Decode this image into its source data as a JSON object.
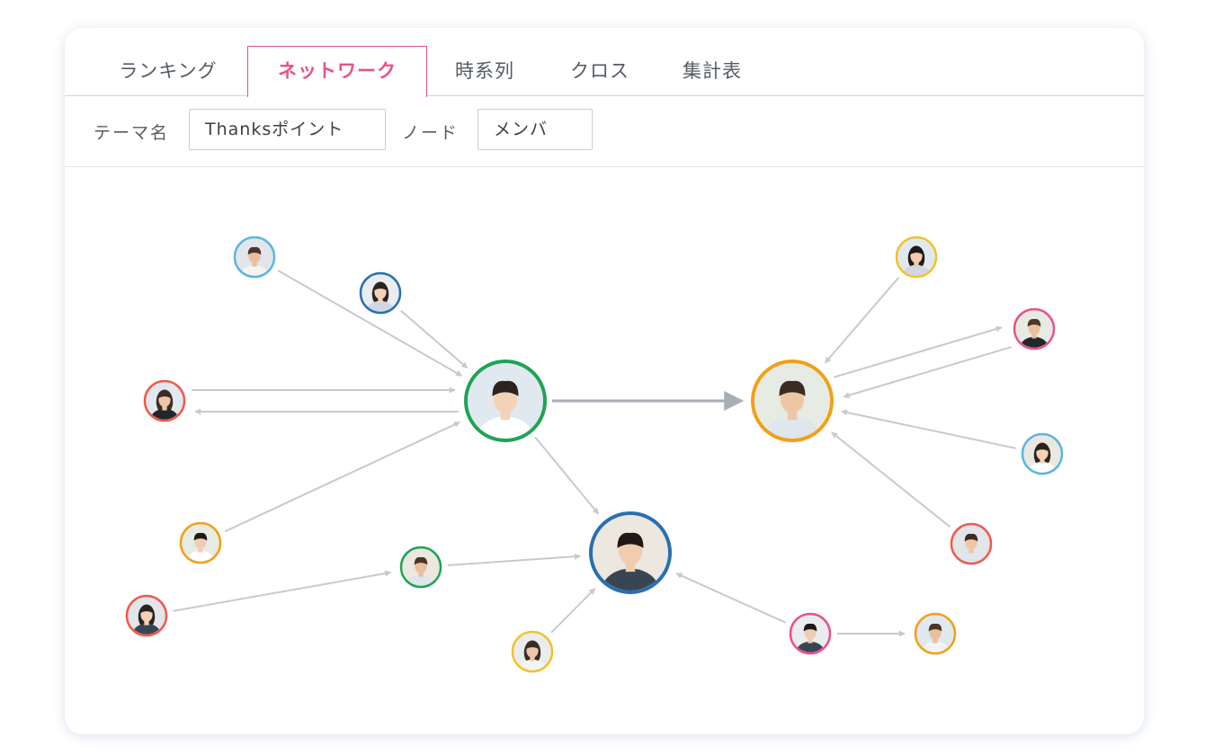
{
  "tabs": [
    {
      "label": "ランキング",
      "active": false
    },
    {
      "label": "ネットワーク",
      "active": true
    },
    {
      "label": "時系列",
      "active": false
    },
    {
      "label": "クロス",
      "active": false
    },
    {
      "label": "集計表",
      "active": false
    }
  ],
  "filters": {
    "theme_label": "テーマ名",
    "theme_value": "Thanksポイント",
    "node_label": "ノード",
    "node_value": "メンバ"
  },
  "colors": {
    "accent": "#e9518a",
    "edge": "#c5cad1",
    "edge_strong": "#a8aeb6"
  },
  "network": {
    "nodes": [
      {
        "id": "n1",
        "ring": "#1fa354",
        "avatar": "avatar-man-icon"
      },
      {
        "id": "n2",
        "ring": "#f0a019",
        "avatar": "avatar-man-icon"
      },
      {
        "id": "n3",
        "ring": "#2a6fb0",
        "avatar": "avatar-man-icon"
      },
      {
        "id": "a1",
        "ring": "#5bb5e0",
        "avatar": "avatar-man-icon"
      },
      {
        "id": "a2",
        "ring": "#2a6fb0",
        "avatar": "avatar-woman-icon"
      },
      {
        "id": "a3",
        "ring": "#ee5a4b",
        "avatar": "avatar-woman-icon"
      },
      {
        "id": "a4",
        "ring": "#f0a019",
        "avatar": "avatar-man-icon"
      },
      {
        "id": "a5",
        "ring": "#1fa354",
        "avatar": "avatar-man-icon"
      },
      {
        "id": "a6",
        "ring": "#ee5a4b",
        "avatar": "avatar-woman-icon"
      },
      {
        "id": "a7",
        "ring": "#f2c12e",
        "avatar": "avatar-woman-icon"
      },
      {
        "id": "b1",
        "ring": "#f2c12e",
        "avatar": "avatar-woman-icon"
      },
      {
        "id": "b2",
        "ring": "#e9518a",
        "avatar": "avatar-man-icon"
      },
      {
        "id": "b3",
        "ring": "#5bb5e0",
        "avatar": "avatar-woman-icon"
      },
      {
        "id": "b4",
        "ring": "#ee5a4b",
        "avatar": "avatar-man-icon"
      },
      {
        "id": "b5",
        "ring": "#e9518a",
        "avatar": "avatar-man-icon"
      },
      {
        "id": "b6",
        "ring": "#f0a019",
        "avatar": "avatar-man-icon"
      }
    ],
    "edges": [
      {
        "from": "a1",
        "to": "n1"
      },
      {
        "from": "a2",
        "to": "n1"
      },
      {
        "from": "a3",
        "to": "n1"
      },
      {
        "from": "n1",
        "to": "a3"
      },
      {
        "from": "a4",
        "to": "n1"
      },
      {
        "from": "n1",
        "to": "n2",
        "strong": true
      },
      {
        "from": "n1",
        "to": "n3"
      },
      {
        "from": "a6",
        "to": "a5"
      },
      {
        "from": "a5",
        "to": "n3"
      },
      {
        "from": "a7",
        "to": "n3"
      },
      {
        "from": "b5",
        "to": "n3"
      },
      {
        "from": "b5",
        "to": "b6"
      },
      {
        "from": "b1",
        "to": "n2"
      },
      {
        "from": "b2",
        "to": "n2"
      },
      {
        "from": "n2",
        "to": "b2"
      },
      {
        "from": "b3",
        "to": "n2"
      },
      {
        "from": "b4",
        "to": "n2"
      }
    ]
  }
}
